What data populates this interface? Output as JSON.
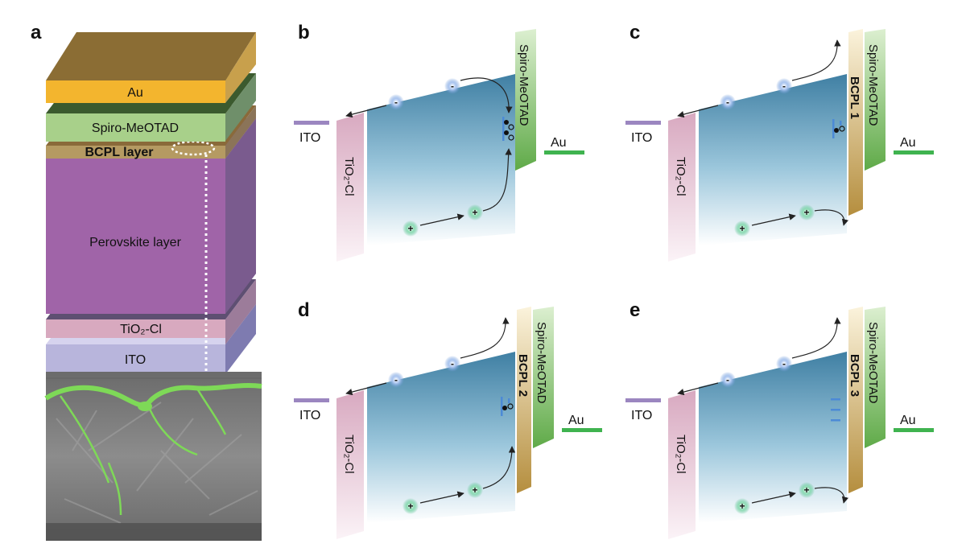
{
  "colors": {
    "au": "#f3b52e",
    "spiro": "#a8d08a",
    "bcpl": "#c9a45c",
    "perovskite": "#a064a8",
    "tio2": "#d8a9bf",
    "ito": "#b8b5dc",
    "band_top": "#3f7fa3",
    "electron_glow": "#6f9ad9",
    "hole_glow": "#55c08e",
    "au_line": "#3fb34f",
    "ito_line": "#9b86c0",
    "grain_outline": "#7ed957"
  },
  "panel_a": {
    "letter": "a",
    "layers": {
      "au": "Au",
      "spiro": "Spiro-MeOTAD",
      "bcpl": "BCPL  layer",
      "perovskite": "Perovskite layer",
      "tio2": "TiO₂-Cl",
      "ito": "ITO"
    },
    "micrograph": "cross-section-sem-image"
  },
  "panels": [
    {
      "letter": "b",
      "ito": "ITO",
      "tio2": "TiO₂-Cl",
      "spiro": "Spiro-MeOTAD",
      "au": "Au",
      "bcpl": "",
      "electron": "-",
      "hole": "+"
    },
    {
      "letter": "c",
      "ito": "ITO",
      "tio2": "TiO₂-Cl",
      "spiro": "Spiro-MeOTAD",
      "au": "Au",
      "bcpl": "BCPL 1",
      "electron": "-",
      "hole": "+"
    },
    {
      "letter": "d",
      "ito": "ITO",
      "tio2": "TiO₂-Cl",
      "spiro": "Spiro-MeOTAD",
      "au": "Au",
      "bcpl": "BCPL 2",
      "electron": "-",
      "hole": "+"
    },
    {
      "letter": "e",
      "ito": "ITO",
      "tio2": "TiO₂-Cl",
      "spiro": "Spiro-MeOTAD",
      "au": "Au",
      "bcpl": "BCPL 3",
      "electron": "-",
      "hole": "+"
    }
  ]
}
